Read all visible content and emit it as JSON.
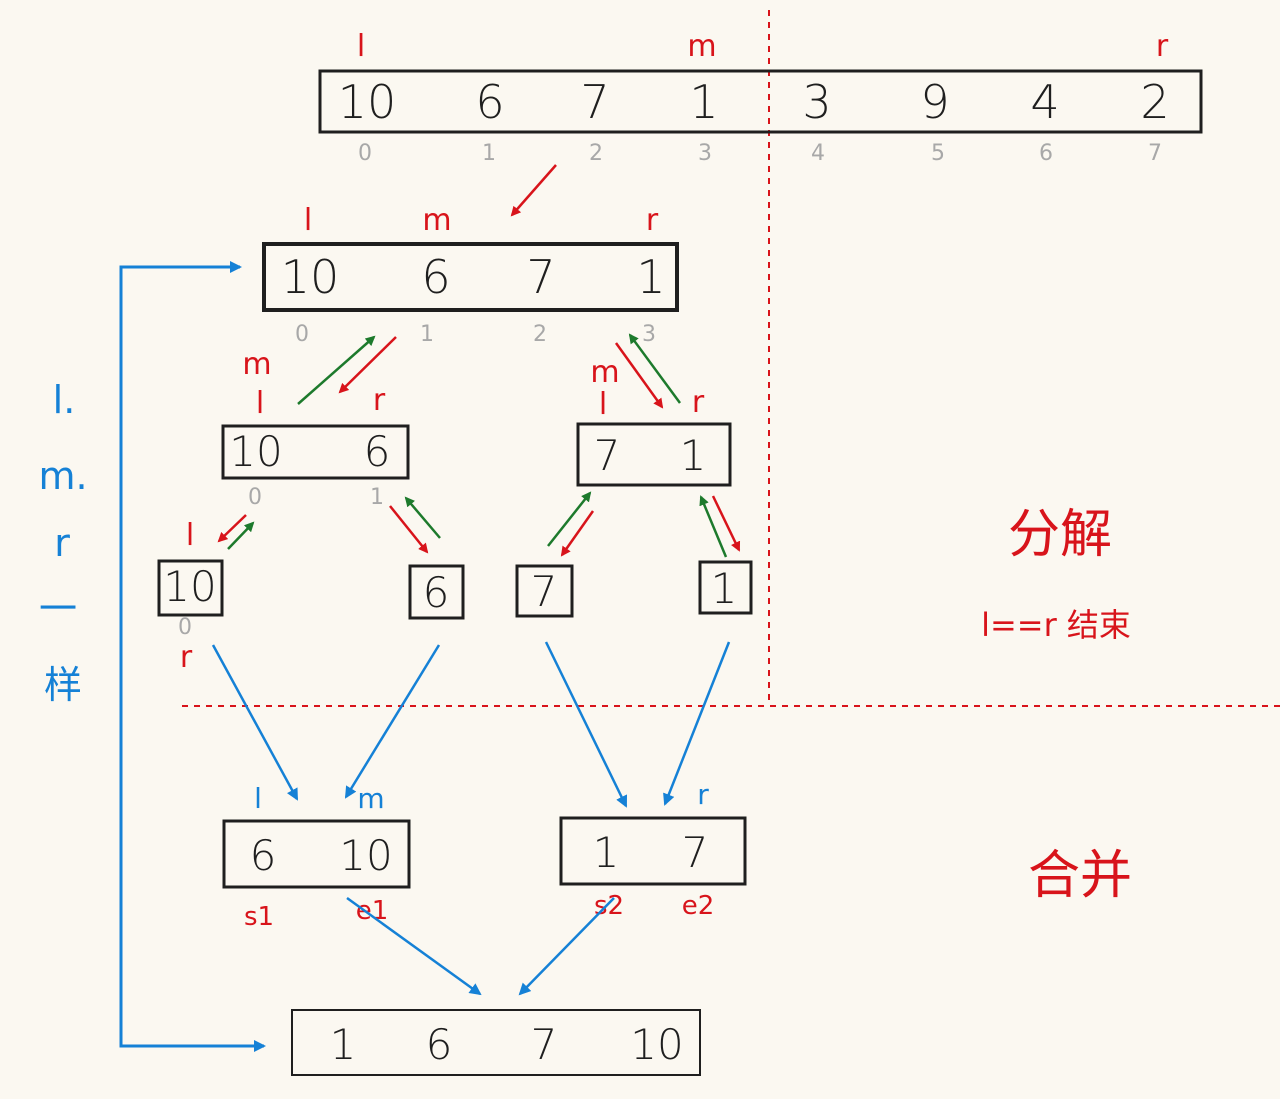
{
  "arrays": {
    "top": {
      "values": [
        "10",
        "6",
        "7",
        "1",
        "3",
        "9",
        "4",
        "2"
      ],
      "indices": [
        "0",
        "1",
        "2",
        "3",
        "4",
        "5",
        "6",
        "7"
      ],
      "pointers": {
        "l": "l",
        "m": "m",
        "r": "r"
      }
    },
    "left_half": {
      "values": [
        "10",
        "6",
        "7",
        "1"
      ],
      "indices": [
        "0",
        "1",
        "2",
        "3"
      ],
      "pointers": {
        "l": "l",
        "m": "m",
        "r": "r"
      }
    },
    "pair_a": {
      "values": [
        "10",
        "6"
      ],
      "indices": [
        "0",
        "1"
      ],
      "pointers": {
        "m": "m",
        "l": "l",
        "r": "r"
      }
    },
    "pair_b": {
      "values": [
        "7",
        "1"
      ],
      "pointers": {
        "m": "m",
        "l": "l",
        "r": "r"
      }
    },
    "singles": [
      {
        "value": "10",
        "index": "0",
        "l": "l",
        "r": "r"
      },
      {
        "value": "6"
      },
      {
        "value": "7"
      },
      {
        "value": "1"
      }
    ],
    "merged_a": {
      "values": [
        "6",
        "10"
      ],
      "top_labels": {
        "l": "l",
        "m": "m"
      },
      "bottom_labels": {
        "s1": "s1",
        "e1": "e1"
      }
    },
    "merged_b": {
      "values": [
        "1",
        "7"
      ],
      "top_labels": {
        "r": "r"
      },
      "bottom_labels": {
        "s2": "s2",
        "e2": "e2"
      }
    },
    "result": {
      "values": [
        "1",
        "6",
        "7",
        "10"
      ]
    }
  },
  "annotations": {
    "decompose": "分解",
    "end_condition": "l==r 结束",
    "merge": "合并",
    "side_note": [
      "l.",
      "m.",
      "r",
      "一",
      "样"
    ]
  },
  "colors": {
    "background": "#fbf8f1",
    "ink": "#1f1f1f",
    "red": "#d8141b",
    "green": "#1d7a2c",
    "blue": "#1581d6",
    "index_gray": "#a8a8a8"
  }
}
